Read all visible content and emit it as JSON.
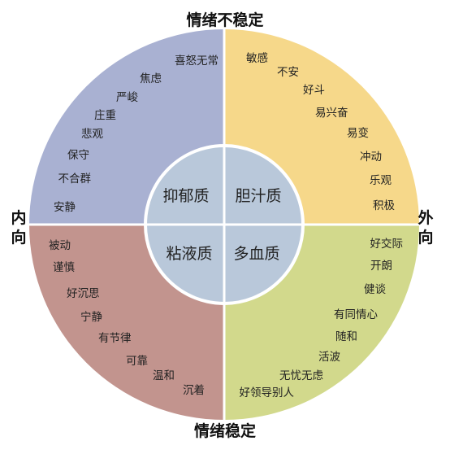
{
  "labels": {
    "top": "情绪不稳定",
    "bottom": "情绪稳定",
    "left": "内向",
    "right": "外向"
  },
  "colors": {
    "top_left": "#a9b1d2",
    "top_right": "#f6d88a",
    "bottom_left": "#c2948e",
    "bottom_right": "#d2d98c",
    "inner": "#b9c8da",
    "divider": "#ffffff"
  },
  "quadrants": {
    "top_left": {
      "temperament": "抑郁质",
      "traits": [
        "喜怒无常",
        "焦虑",
        "严峻",
        "庄重",
        "悲观",
        "保守",
        "不合群",
        "安静"
      ]
    },
    "top_right": {
      "temperament": "胆汁质",
      "traits": [
        "敏感",
        "不安",
        "好斗",
        "易兴奋",
        "易变",
        "冲动",
        "乐观",
        "积极"
      ]
    },
    "bottom_left": {
      "temperament": "粘液质",
      "traits": [
        "被动",
        "谨慎",
        "好沉思",
        "宁静",
        "有节律",
        "可靠",
        "温和",
        "沉着"
      ]
    },
    "bottom_right": {
      "temperament": "多血质",
      "traits": [
        "好交际",
        "开朗",
        "健谈",
        "有同情心",
        "随和",
        "活波",
        "无忧无虑",
        "好领导别人"
      ]
    }
  }
}
